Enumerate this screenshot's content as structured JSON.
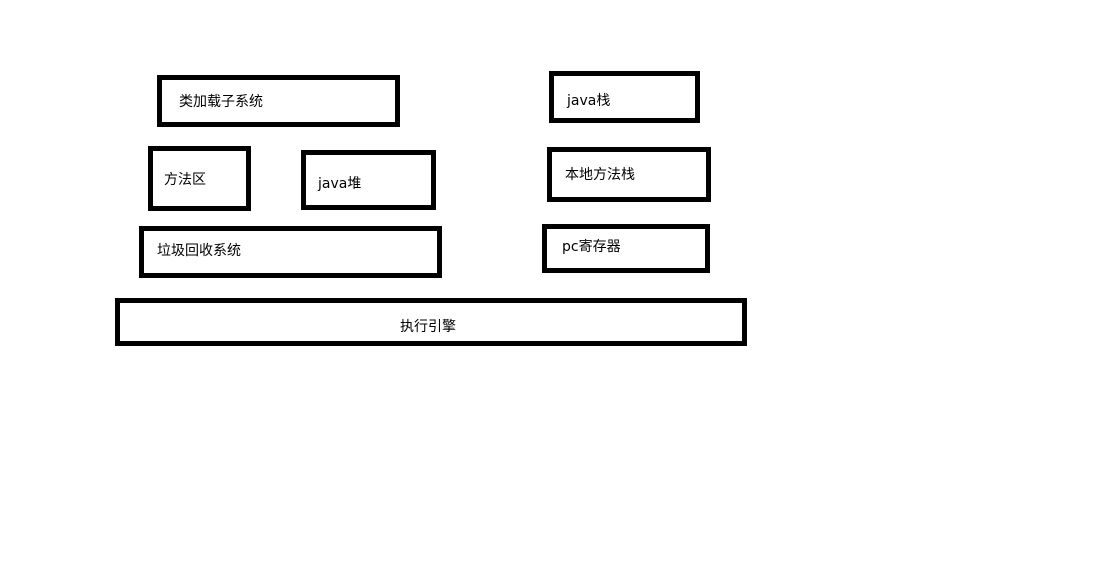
{
  "diagram": {
    "boxes": {
      "class_loader": "类加载子系统",
      "method_area": "方法区",
      "java_heap": "java堆",
      "gc": "垃圾回收系统",
      "java_stack": "java栈",
      "native_stack": "本地方法栈",
      "pc_register": "pc寄存器",
      "exec_engine": "执行引擎"
    }
  }
}
